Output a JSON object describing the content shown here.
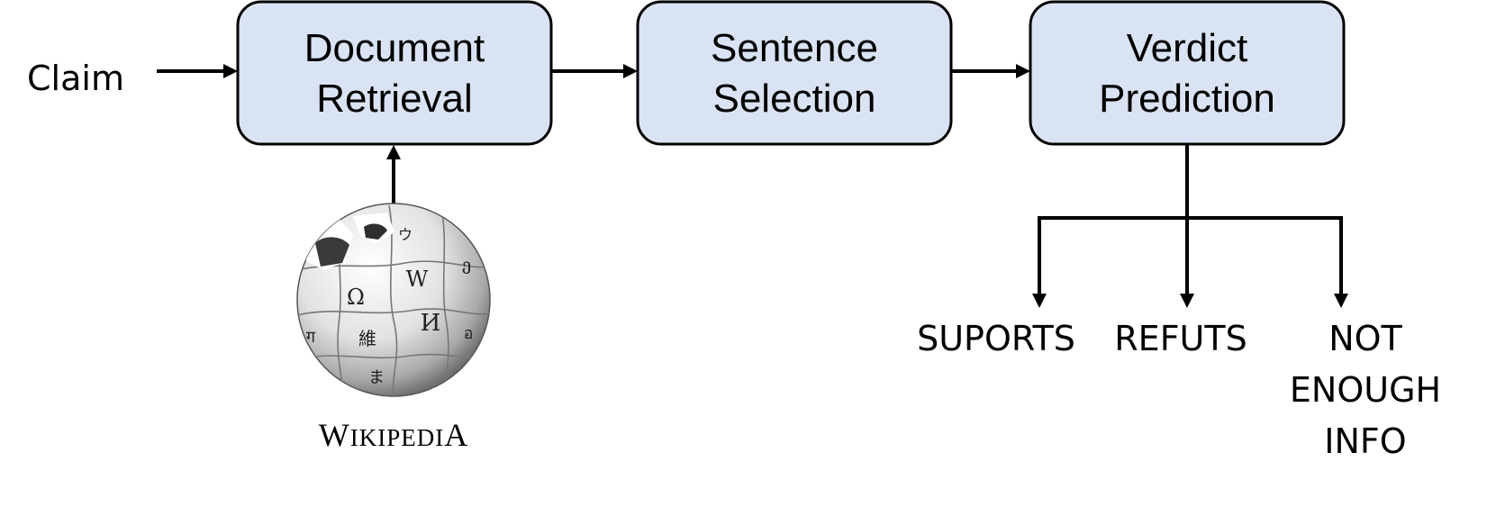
{
  "input": {
    "claim": "Claim"
  },
  "stages": [
    {
      "line1": "Document",
      "line2": "Retrieval"
    },
    {
      "line1": "Sentence",
      "line2": "Selection"
    },
    {
      "line1": "Verdict",
      "line2": "Prediction"
    }
  ],
  "knowledge_source": {
    "label_initial": "W",
    "label_middle": "IKIPEDI",
    "label_final": "A",
    "globe_glyphs": [
      "Ω",
      "W",
      "И",
      "維",
      "ウ",
      "ग",
      "ე",
      "อ",
      "ま"
    ]
  },
  "outputs": {
    "supports": "SUPORTS",
    "refutes": "REFUTS",
    "nei_line1": "NOT",
    "nei_line2": "ENOUGH",
    "nei_line3": "INFO"
  },
  "colors": {
    "box_fill": "#dae3f3",
    "stroke": "#000000"
  }
}
